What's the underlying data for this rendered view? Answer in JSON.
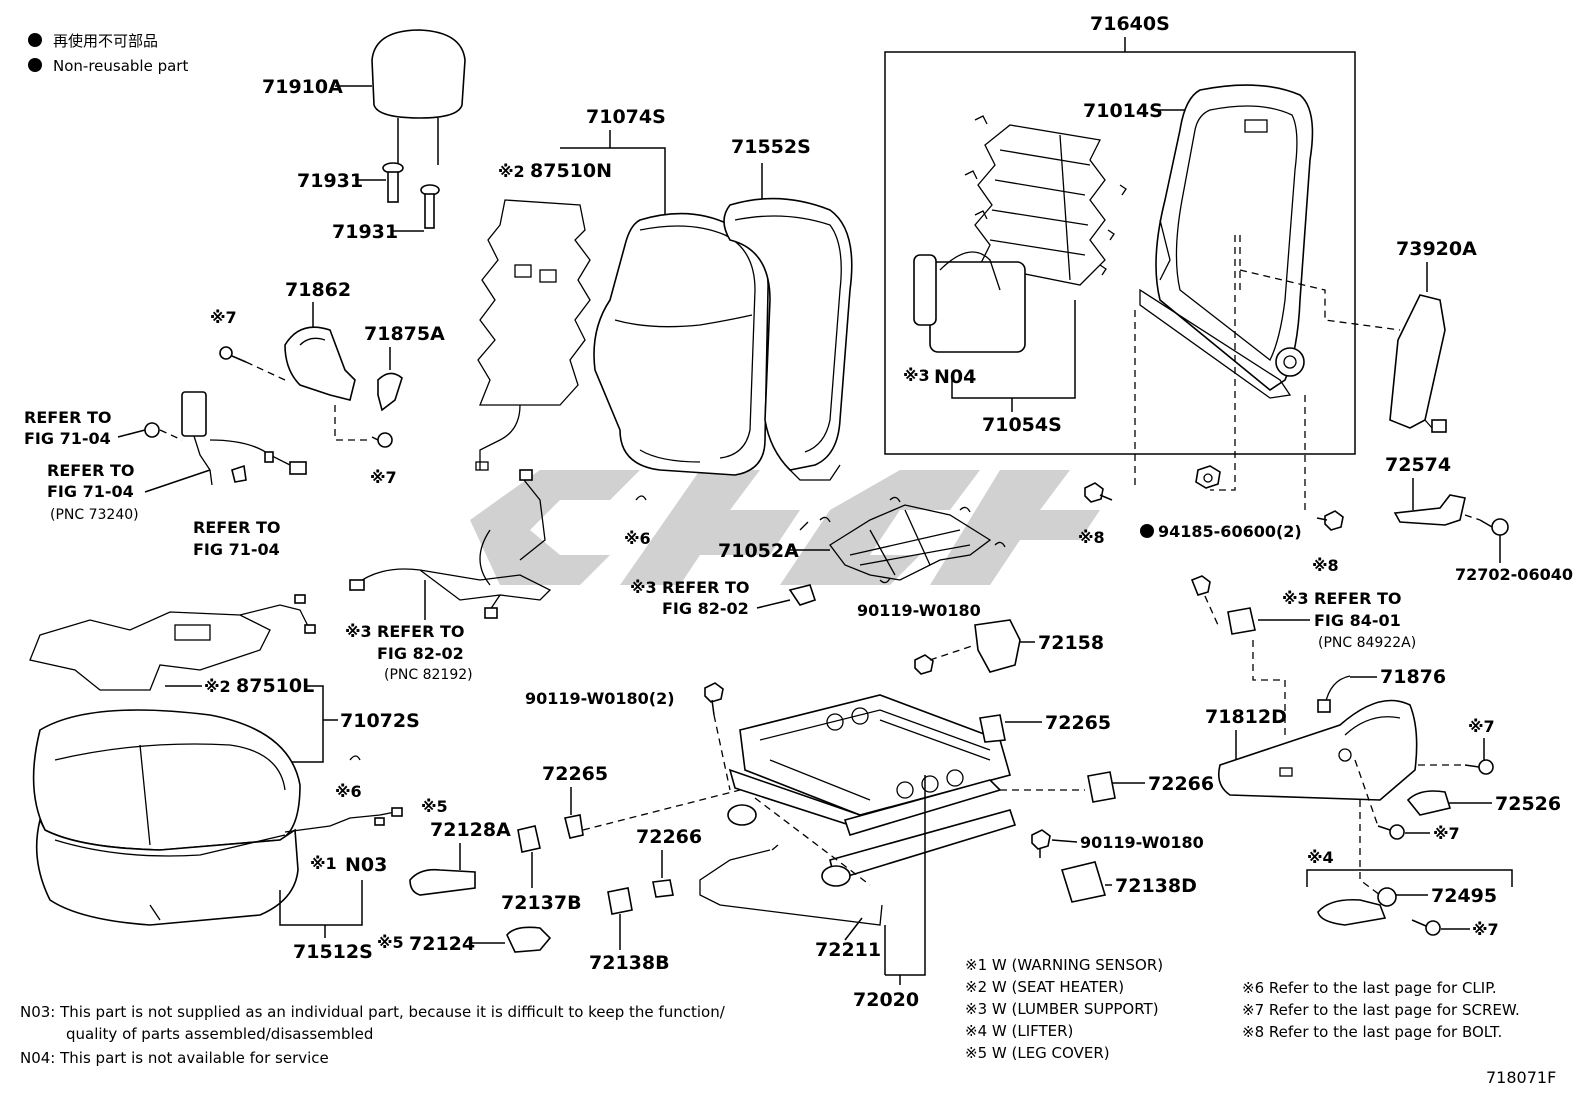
{
  "legend": {
    "line1": "再使用不可部品",
    "line2": "Non-reusable part"
  },
  "parts": {
    "p71910A": "71910A",
    "p71931a": "71931",
    "p71931b": "71931",
    "p71074S": "71074S",
    "p87510N": "87510N",
    "p71552S": "71552S",
    "p71640S": "71640S",
    "p71014S": "71014S",
    "pN04": "N04",
    "p71054S": "71054S",
    "p73920A": "73920A",
    "p71862": "71862",
    "p71875A": "71875A",
    "p72574": "72574",
    "p94185": "94185-60600(2)",
    "p72702": "72702-06040",
    "p71052A": "71052A",
    "p90119a": "90119-W0180",
    "p72158": "72158",
    "p90119b": "90119-W0180(2)",
    "p72265a": "72265",
    "p72265b": "72265",
    "p87510L": "87510L",
    "p71072S": "71072S",
    "p71812D": "71812D",
    "p71876": "71876",
    "p72266a": "72266",
    "p72266b": "72266",
    "p72128A": "72128A",
    "pN03": "N03",
    "p72137B": "72137B",
    "p90119c": "90119-W0180",
    "p72138D": "72138D",
    "p72526": "72526",
    "p72495": "72495",
    "p71512S": "71512S",
    "p72124": "72124",
    "p72138B": "72138B",
    "p72211": "72211",
    "p72020": "72020",
    "fig": "718071F"
  },
  "marks": {
    "m7a": "※7",
    "m7b": "※7",
    "m7c": "※7",
    "m7d": "※7",
    "m7e": "※7",
    "m2a": "※2",
    "m2b": "※2",
    "m3a": "※3",
    "m3b": "※3",
    "m3c": "※3",
    "m3d": "※3",
    "m6a": "※6",
    "m6b": "※6",
    "m8a": "※8",
    "m8b": "※8",
    "m5a": "※5",
    "m5b": "※5",
    "m1": "※1",
    "m4": "※4"
  },
  "refs": {
    "r1a": "REFER TO",
    "r1b": "FIG 71-04",
    "r2a": "REFER TO",
    "r2b": "FIG 71-04",
    "r2c": "(PNC 73240)",
    "r3a": "REFER TO",
    "r3b": "FIG 71-04",
    "r4a": "REFER TO",
    "r4b": "FIG 82-02",
    "r4c": "(PNC 82192)",
    "r5a": "REFER TO",
    "r5b": "FIG 82-02",
    "r6a": "REFER TO",
    "r6b": "FIG 84-01",
    "r6c": "(PNC 84922A)"
  },
  "footnotes": {
    "w1": "※1 W (WARNING  SENSOR)",
    "w2": "※2 W (SEAT  HEATER)",
    "w3": "※3 W (LUMBER  SUPPORT)",
    "w4": "※4 W (LIFTER)",
    "w5": "※5 W (LEG  COVER)",
    "n6": "※6 Refer to the last page for CLIP.",
    "n7": "※7 Refer to the last page for SCREW.",
    "n8": "※8 Refer to the last page for BOLT.",
    "n03a": "N03: This part is not supplied as an individual part, because it is difficult to keep the function/",
    "n03b": "quality of parts assembled/disassembled",
    "n04": "N04: This part is not available for service"
  },
  "colors": {
    "line": "#000000",
    "watermark": "#c8c8c8",
    "background": "#ffffff"
  }
}
